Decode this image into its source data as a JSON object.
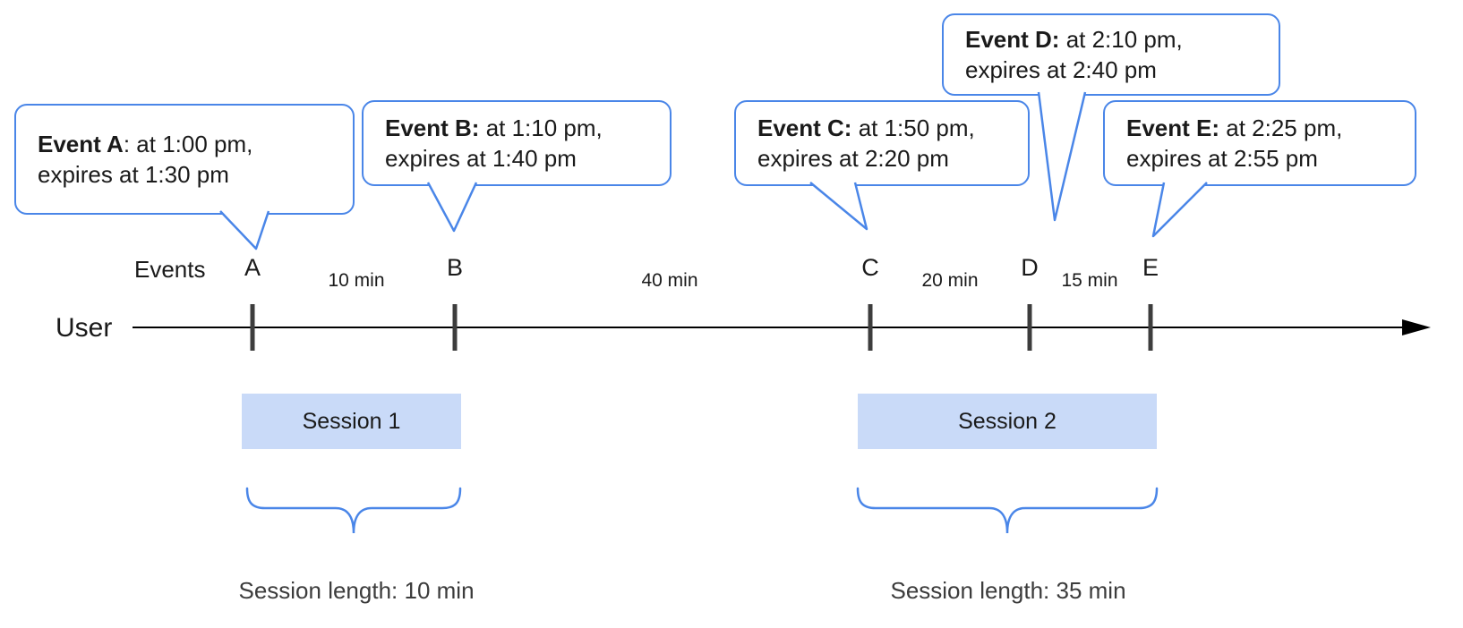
{
  "colors": {
    "accent_blue": "#4a86e8",
    "session_fill": "#c9daf8",
    "tick": "#3d3d3d",
    "text": "#1a1a1a"
  },
  "labels": {
    "events_axis": "Events",
    "user_axis": "User"
  },
  "callouts": [
    {
      "bold": "Event A",
      "rest": ": at 1:00 pm,",
      "line2": "expires at 1:30 pm"
    },
    {
      "bold": "Event B:",
      "rest": " at 1:10 pm,",
      "line2": "expires at 1:40 pm"
    },
    {
      "bold": "Event C:",
      "rest": " at 1:50 pm,",
      "line2": "expires at 2:20 pm"
    },
    {
      "bold": "Event D:",
      "rest": " at 2:10 pm,",
      "line2": "expires at 2:40 pm"
    },
    {
      "bold": "Event E:",
      "rest": " at 2:25 pm,",
      "line2": "expires at 2:55 pm"
    }
  ],
  "timeline": {
    "events": [
      "A",
      "B",
      "C",
      "D",
      "E"
    ],
    "intervals": [
      "10 min",
      "40 min",
      "20 min",
      "15 min"
    ]
  },
  "sessions": [
    {
      "label": "Session 1",
      "length": "Session length: 10 min"
    },
    {
      "label": "Session 2",
      "length": "Session length: 35 min"
    }
  ]
}
